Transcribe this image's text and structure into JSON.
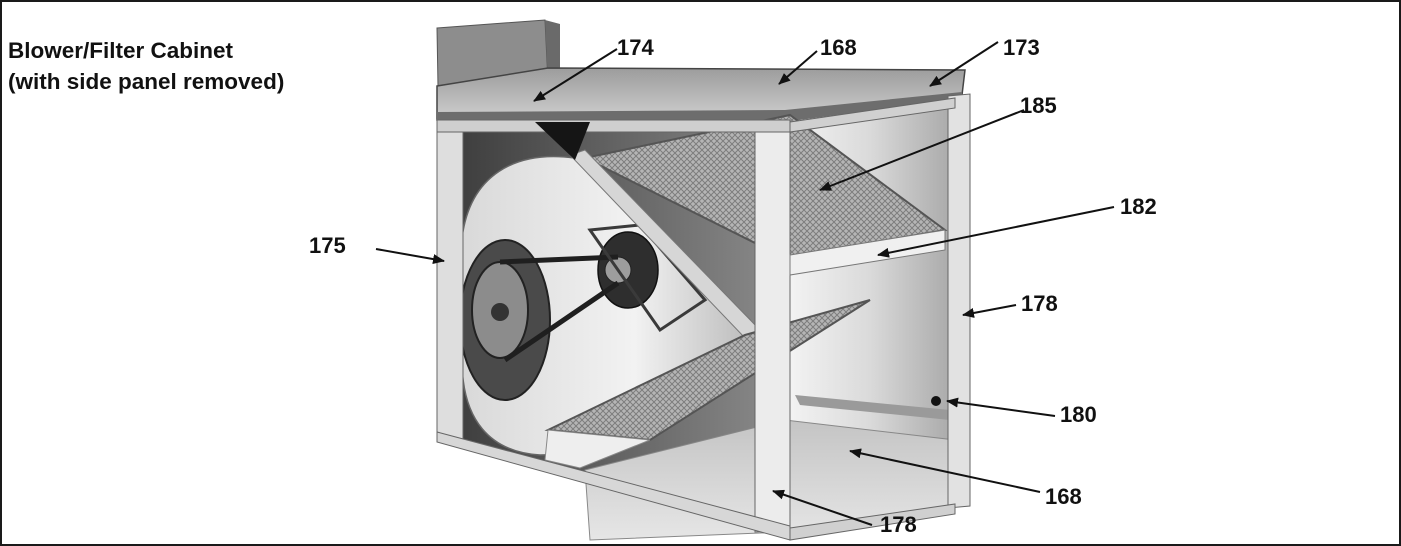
{
  "figure": {
    "title_lines": [
      "Blower/Filter Cabinet",
      "(with side panel removed)"
    ]
  },
  "callouts": [
    {
      "id": "174-top",
      "label": "174"
    },
    {
      "id": "168-top",
      "label": "168"
    },
    {
      "id": "173-top",
      "label": "173"
    },
    {
      "id": "185-filter",
      "label": "185"
    },
    {
      "id": "182-brace",
      "label": "182"
    },
    {
      "id": "175-left",
      "label": "175"
    },
    {
      "id": "178-right",
      "label": "178"
    },
    {
      "id": "180-fastener",
      "label": "180"
    },
    {
      "id": "168-bottom",
      "label": "168"
    },
    {
      "id": "178-bottom",
      "label": "178"
    }
  ],
  "colors": {
    "ink": "#111111",
    "metal_light": "#e6e6e6",
    "metal_mid": "#bdbdbd",
    "metal_dark": "#5a5a5a",
    "interior_dark": "#2b2b2b"
  }
}
